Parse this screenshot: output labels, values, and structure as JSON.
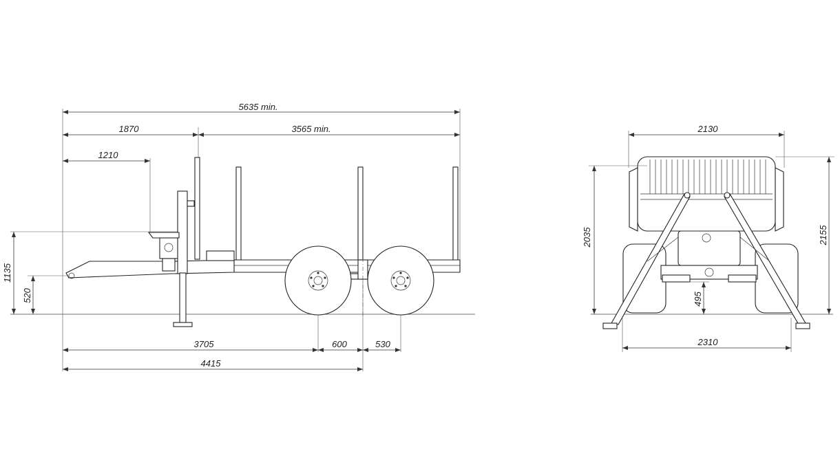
{
  "side_view": {
    "dim_overall_length": "5635 min.",
    "dim_front_to_stanchion": "1870",
    "dim_stanchion_to_rear": "3565 min.",
    "dim_front_to_coupling": "1210",
    "dim_height_drawbar_top": "1135",
    "dim_height_hitch": "520",
    "dim_front_to_axle1": "3705",
    "dim_axle_spacing": "600",
    "dim_axle2_offset": "530",
    "dim_front_to_centre": "4415"
  },
  "rear_view": {
    "dim_frame_width": "2130",
    "dim_height_to_stanchion": "2035",
    "dim_overall_height": "2155",
    "dim_ground_clearance": "495",
    "dim_outrigger_span": "2310"
  }
}
